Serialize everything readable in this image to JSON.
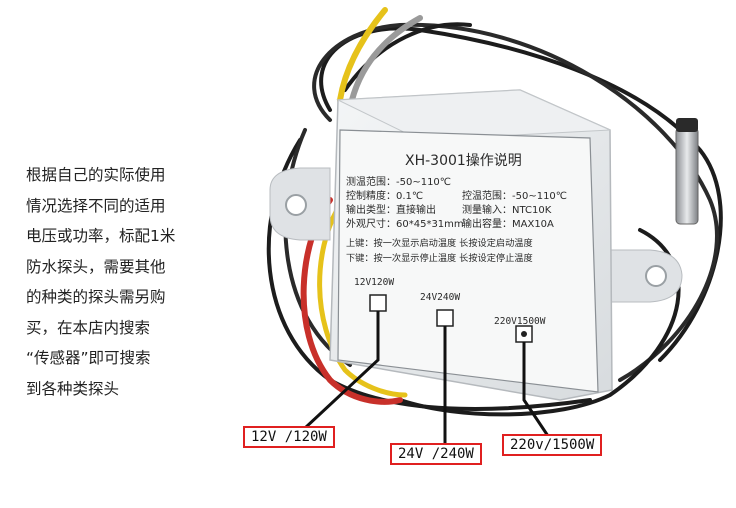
{
  "side_description": {
    "lines": [
      "根据自己的实际使用",
      "情况选择不同的适用",
      "电压或功率，标配1米",
      "防水探头，需要其他",
      "的种类的探头需另购",
      "买，在本店内搜索",
      "“传感器”即可搜索",
      "到各种类探头"
    ]
  },
  "device_label": {
    "title": "XH-3001操作说明",
    "spec_left": [
      "测温范围：-50~110℃",
      "控制精度：0.1℃",
      "输出类型：直接输出",
      "外观尺寸：60*45*31mm"
    ],
    "spec_right": [
      "控温范围：-50~110℃",
      "测量输入：NTC10K",
      "输出容量：MAX10A"
    ],
    "key_up": "上键：按一次显示启动温度  长按设定启动温度",
    "key_down": "下键：按一次显示停止温度  长按设定停止温度",
    "terminal_12v": "12V120W",
    "terminal_24v": "24V240W",
    "terminal_220v": "220V1500W"
  },
  "callouts": {
    "c12v": "12V /120W",
    "c24v": "24V /240W",
    "c220v": "220v/1500W"
  },
  "colors": {
    "callout_border": "#e02020",
    "housing": "#e9ecef",
    "wire_yellow": "#e6c21a",
    "wire_red": "#c8302a",
    "wire_black": "#1c1c1c"
  }
}
